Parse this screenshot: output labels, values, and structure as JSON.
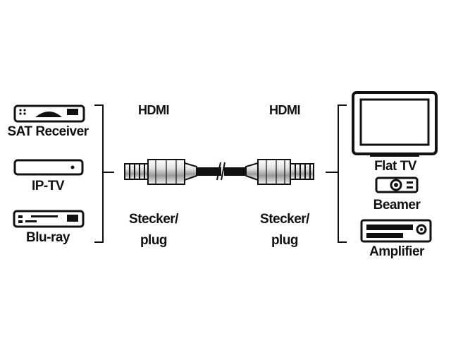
{
  "labels": {
    "left_devices": [
      "SAT Receiver",
      "IP-TV",
      "Blu-ray"
    ],
    "right_devices": [
      "Flat TV",
      "Beamer",
      "Amplifier"
    ],
    "connector_left": "HDMI",
    "connector_right": "HDMI",
    "plug_left": [
      "Stecker/",
      "plug"
    ],
    "plug_right": [
      "Stecker/",
      "plug"
    ]
  },
  "icons": {
    "left": [
      "sat-receiver-icon",
      "ip-tv-box-icon",
      "blu-ray-player-icon"
    ],
    "right": [
      "flat-tv-icon",
      "beamer-icon",
      "amplifier-icon"
    ],
    "cable": "hdmi-cable-icon"
  },
  "colors": {
    "ink": "#111111",
    "background": "#ffffff"
  }
}
